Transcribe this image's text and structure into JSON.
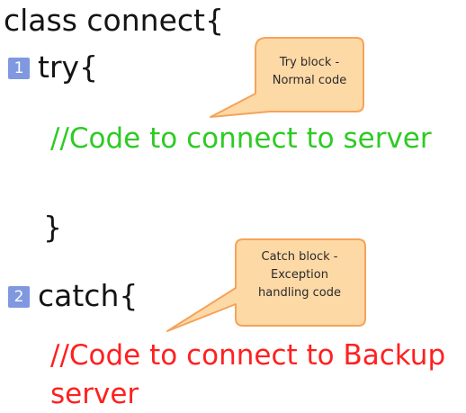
{
  "code": {
    "class_line": "class connect{",
    "try_line": "try{",
    "try_comment": "//Code to connect to server",
    "try_close": "}",
    "catch_line": "catch{",
    "catch_comment_line1": "//Code to connect to Backup",
    "catch_comment_line2": "server"
  },
  "badges": {
    "one": "1",
    "two": "2"
  },
  "callouts": {
    "try": "Try block -\nNormal code",
    "catch": "Catch block -\nException\nhandling code"
  },
  "colors": {
    "code_text": "#141414",
    "try_comment": "#2ecb24",
    "catch_comment": "#ff2020",
    "badge_fill": "#7f98e0",
    "callout_fill": "#fdd9a6",
    "callout_border": "#f5a35a"
  }
}
